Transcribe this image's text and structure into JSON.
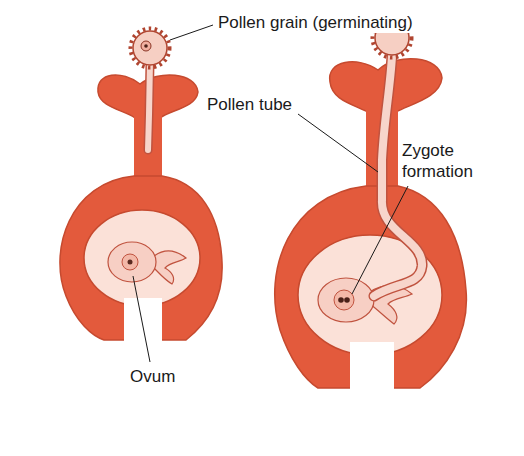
{
  "diagram": {
    "labels": [
      "Pollen grain (germinating)",
      "Pollen tube",
      "Zygote formation",
      "Ovum"
    ]
  }
}
